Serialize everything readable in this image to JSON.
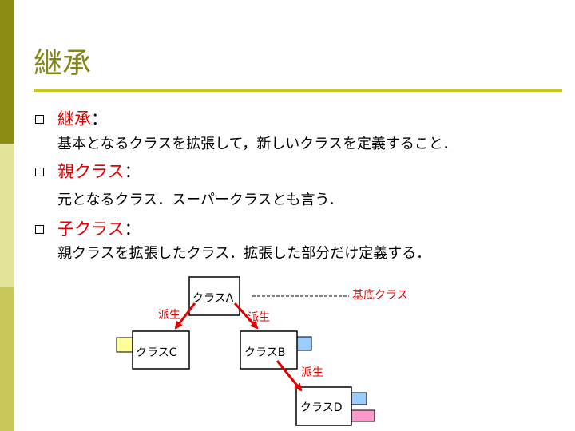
{
  "title": "継承",
  "bullets": [
    {
      "term": "継承",
      "colon": "：",
      "desc": "基本となるクラスを拡張して，新しいクラスを定義すること．"
    },
    {
      "term": "親クラス",
      "colon": "：",
      "desc": "元となるクラス．スーパークラスとも言う．"
    },
    {
      "term": "子クラス",
      "colon": "：",
      "desc": "親クラスを拡張したクラス．拡張した部分だけ定義する．"
    }
  ],
  "diagram": {
    "nodes": {
      "a": "クラスA",
      "b": "クラスB",
      "c": "クラスC",
      "d": "クラスD"
    },
    "base_label": "基底クラス",
    "derive_label": "派生",
    "colors": {
      "arrow": "#e00000",
      "yellow": "#ffff99",
      "blue": "#99ccff",
      "pink": "#ff99cc",
      "title": "#85861a"
    }
  }
}
